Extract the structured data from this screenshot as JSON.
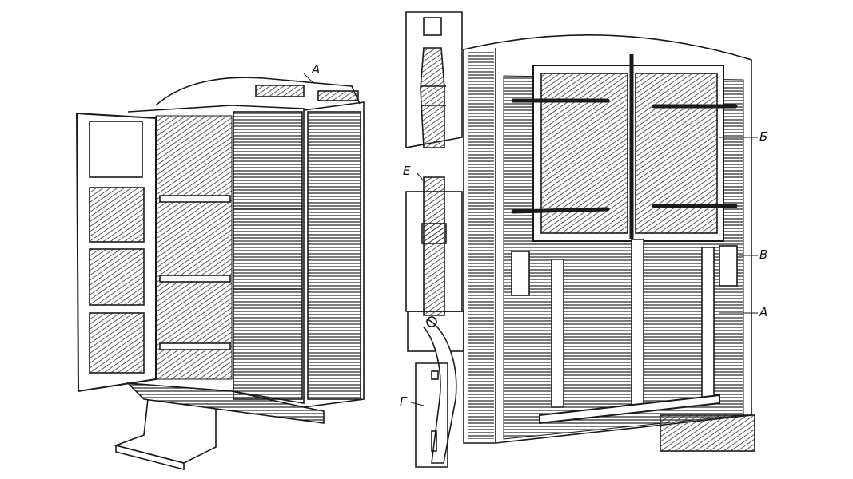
{
  "figure": {
    "labels": {
      "left_a": "А",
      "b": "Б",
      "v": "В",
      "right_a": "А",
      "e": "Е",
      "g": "Г"
    },
    "ink_color": "#1a1a1a"
  }
}
